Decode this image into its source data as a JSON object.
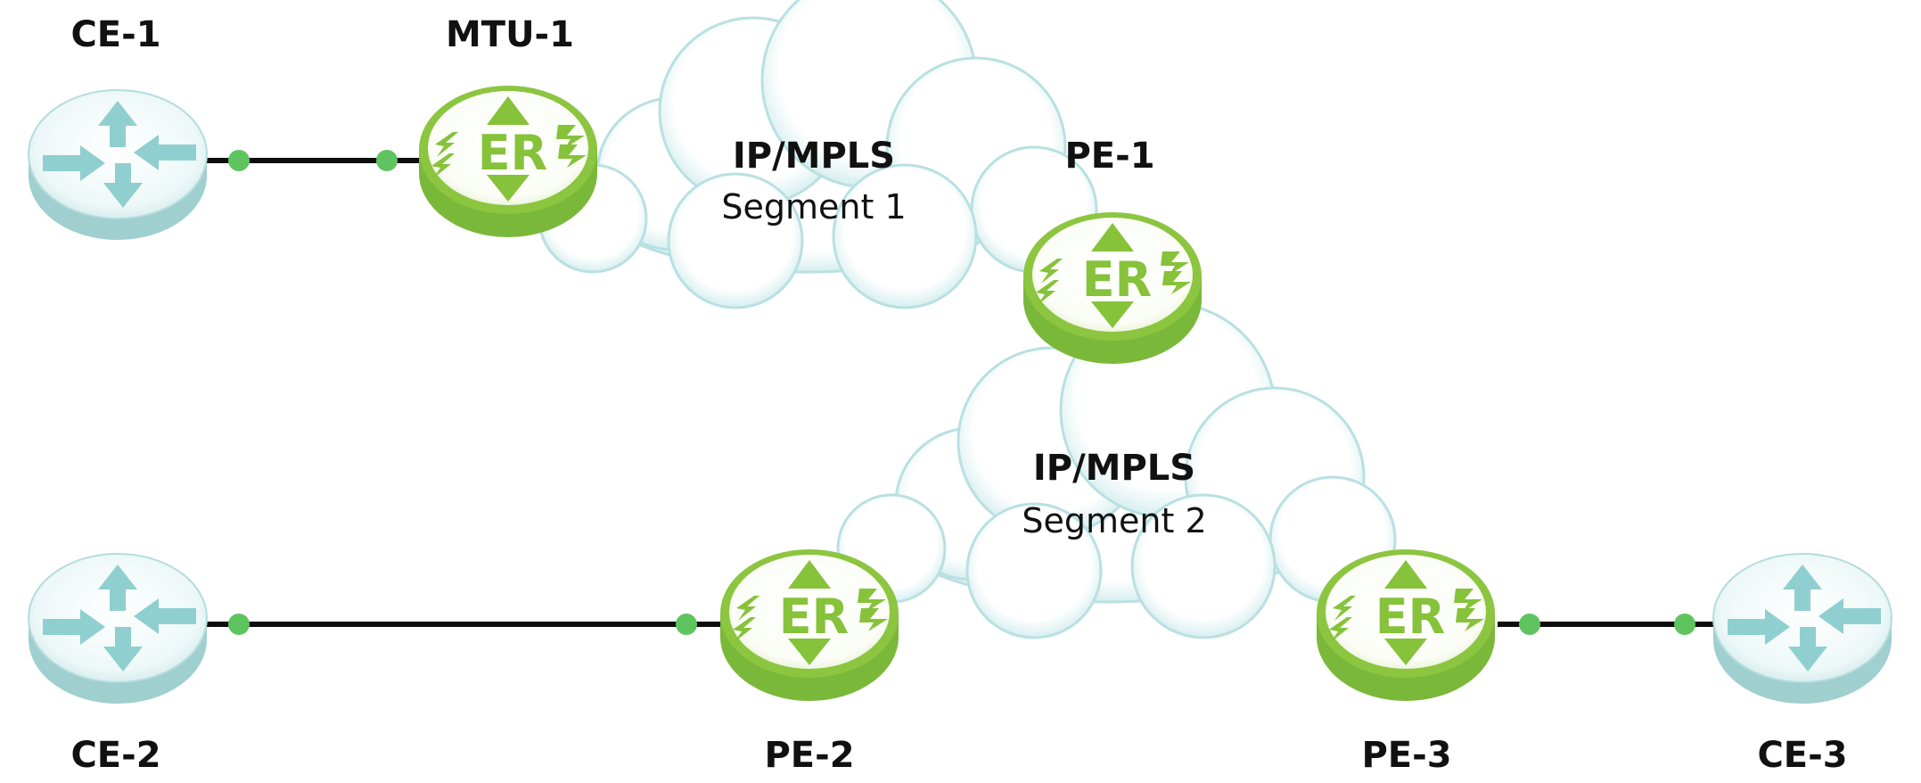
{
  "colors": {
    "ce_body": "#a9d4d4",
    "ce_top": "#f4fbfb",
    "ce_arrow": "#8fcfcf",
    "er_body": "#7fba3a",
    "er_top": "#ffffff",
    "er_mark": "#86c23a",
    "cloud_fill": "#ffffff",
    "cloud_edge": "#9cd2d4",
    "link": "#0d0d0d",
    "port": "#5fc45f"
  },
  "icons": {
    "ce_router": "router-icon",
    "er_router": "er-router-icon",
    "cloud": "cloud-icon"
  },
  "devices": {
    "ce1": {
      "label": "CE-1",
      "type": "ce"
    },
    "mtu1": {
      "label": "MTU-1",
      "type": "er",
      "logo": "ER"
    },
    "pe1": {
      "label": "PE-1",
      "type": "er",
      "logo": "ER"
    },
    "ce2": {
      "label": "CE-2",
      "type": "ce"
    },
    "pe2": {
      "label": "PE-2",
      "type": "er",
      "logo": "ER"
    },
    "pe3": {
      "label": "PE-3",
      "type": "er",
      "logo": "ER"
    },
    "ce3": {
      "label": "CE-3",
      "type": "ce"
    }
  },
  "clouds": {
    "segment1": {
      "title": "IP/MPLS",
      "subtitle": "Segment 1"
    },
    "segment2": {
      "title": "IP/MPLS",
      "subtitle": "Segment 2"
    }
  },
  "links": [
    {
      "from": "CE-1",
      "to": "MTU-1"
    },
    {
      "from": "CE-2",
      "to": "PE-2"
    },
    {
      "from": "PE-3",
      "to": "CE-3"
    }
  ]
}
